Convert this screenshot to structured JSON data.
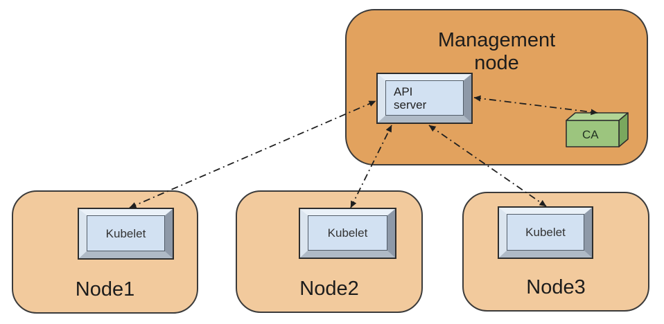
{
  "diagram": {
    "management_node": {
      "label_line1": "Management",
      "label_line2": "node"
    },
    "api_server": {
      "label_line1": "API",
      "label_line2": "server"
    },
    "ca": {
      "label": "CA"
    },
    "nodes": [
      {
        "name": "Node1",
        "component": "Kubelet"
      },
      {
        "name": "Node2",
        "component": "Kubelet"
      },
      {
        "name": "Node3",
        "component": "Kubelet"
      }
    ],
    "connections": [
      {
        "from": "Kubelet (Node1)",
        "to": "API server",
        "style": "dash-dot",
        "bidirectional": true
      },
      {
        "from": "Kubelet (Node2)",
        "to": "API server",
        "style": "dash-dot",
        "bidirectional": true
      },
      {
        "from": "Kubelet (Node3)",
        "to": "API server",
        "style": "dash-dot",
        "bidirectional": true
      },
      {
        "from": "API server",
        "to": "CA",
        "style": "dash-dot",
        "bidirectional": true
      }
    ],
    "colors": {
      "management_fill": "#E2A25E",
      "node_fill": "#F2CA9D",
      "chip_face": "#D2E1F2",
      "ca_front": "#9CC57E",
      "ca_top": "#B1D495",
      "ca_side": "#7AA85E",
      "border": "#3b3b3b",
      "arrow": "#1f1f1f"
    }
  }
}
